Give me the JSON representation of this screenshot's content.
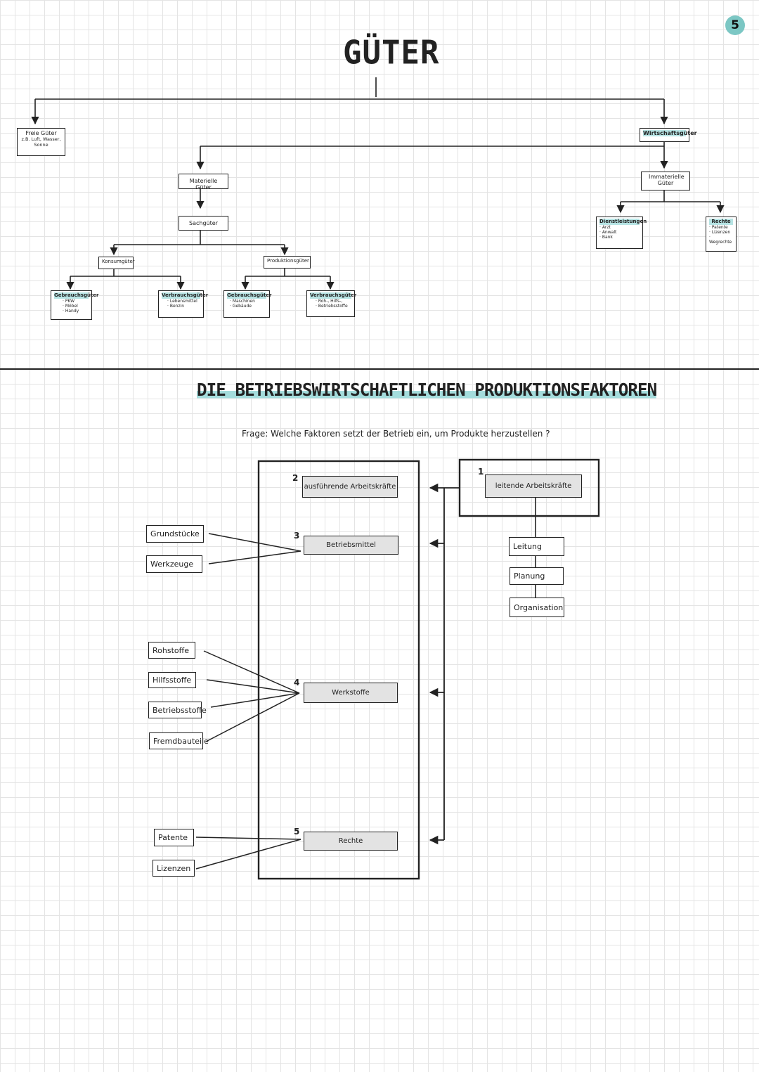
{
  "page_number": "5",
  "title_gueter": "GÜTER",
  "gueter_tree": {
    "freie_gueter": {
      "label": "Freie Güter",
      "example": "z.B. Luft, Wasser, Sonne"
    },
    "wirtschaftsgueter": "Wirtschaftsgüter",
    "materielle_gueter": "Materielle Güter",
    "immaterielle_gueter": "Immaterielle Güter",
    "sachgueter": "Sachgüter",
    "dienstleistungen": {
      "label": "Dienstleistungen",
      "items": [
        "Arzt",
        "Anwalt",
        "Bank"
      ]
    },
    "rechte": {
      "label": "Rechte",
      "items": [
        "Patente",
        "Lizenzen",
        "Wegrechte"
      ]
    },
    "konsumgueter": "Konsumgüter",
    "produktionsgueter": "Produktionsgüter",
    "konsum_gebrauchsgueter": {
      "label": "Gebrauchsgüter",
      "items": [
        "PKW",
        "Möbel",
        "Handy"
      ]
    },
    "konsum_verbrauchsgueter": {
      "label": "Verbrauchsgüter",
      "items": [
        "Lebensmittel",
        "Benzin"
      ]
    },
    "prod_gebrauchsgueter": {
      "label": "Gebrauchsgüter",
      "items": [
        "Maschinen",
        "Gebäude"
      ]
    },
    "prod_verbrauchsgueter": {
      "label": "Verbrauchsgüter",
      "items": [
        "Roh-, Hilfs-,",
        "Betriebsstoffe"
      ]
    }
  },
  "title_produktionsfaktoren": "DIE BETRIEBSWIRTSCHAFTLICHEN PRODUKTIONSFAKTOREN",
  "question": "Frage: Welche Faktoren setzt der Betrieb ein, um Produkte herzustellen ?",
  "factors": {
    "f1": {
      "num": "1",
      "label": "leitende Arbeitskräfte"
    },
    "f2": {
      "num": "2",
      "label": "ausführende Arbeitskräfte"
    },
    "f3": {
      "num": "3",
      "label": "Betriebsmittel"
    },
    "f4": {
      "num": "4",
      "label": "Werkstoffe"
    },
    "f5": {
      "num": "5",
      "label": "Rechte"
    }
  },
  "leitung_items": [
    "Leitung",
    "Planung",
    "Organisation"
  ],
  "betriebsmittel_items": [
    "Grundstücke",
    "Werkzeuge"
  ],
  "werkstoff_items": [
    "Rohstoffe",
    "Hilfsstoffe",
    "Betriebsstoffe",
    "Fremdbauteile"
  ],
  "rechte_items": [
    "Patente",
    "Lizenzen"
  ]
}
